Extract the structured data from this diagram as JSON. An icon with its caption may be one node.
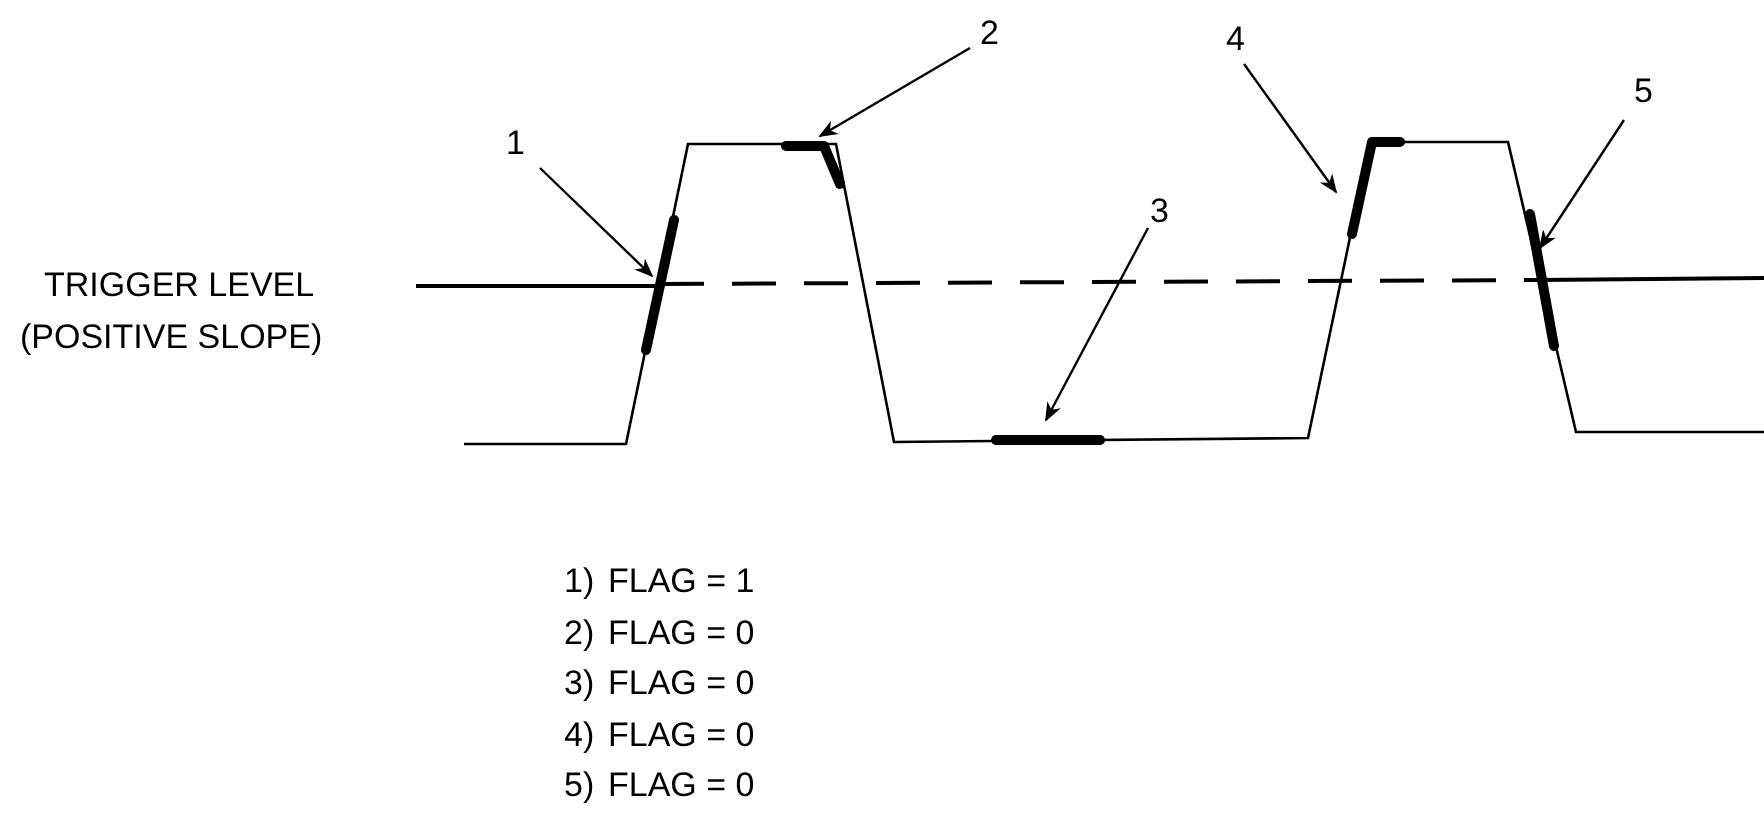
{
  "diagram": {
    "nodes": [
      {
        "text": [
          "1"
        ]
      },
      {
        "text": [
          "2"
        ]
      },
      {
        "text": [
          "3"
        ]
      },
      {
        "text": [
          "4"
        ]
      },
      {
        "text": [
          "5"
        ]
      },
      {
        "text": [],
        "shape": "bar"
      },
      {
        "text": [],
        "shape": "bar"
      },
      {
        "text": [],
        "shape": "bar"
      },
      {
        "text": [],
        "shape": "bar"
      },
      {
        "text": [],
        "shape": "bar"
      }
    ],
    "edges": [
      {
        "from": 0,
        "to": 5,
        "arrow": "to"
      },
      {
        "from": 1,
        "to": 6,
        "arrow": "to"
      },
      {
        "from": 2,
        "to": 7,
        "arrow": "to"
      },
      {
        "from": 3,
        "to": 8,
        "arrow": "to"
      },
      {
        "from": 4,
        "to": 9,
        "arrow": "to"
      }
    ],
    "labels": [
      "TRIGGER LEVEL",
      "(POSITIVE SLOPE)",
      "1)",
      "FLAG = 1",
      "2)",
      "FLAG = 0",
      "3)",
      "FLAG = 0",
      "4)",
      "FLAG = 0",
      "5)",
      "FLAG = 0"
    ]
  }
}
